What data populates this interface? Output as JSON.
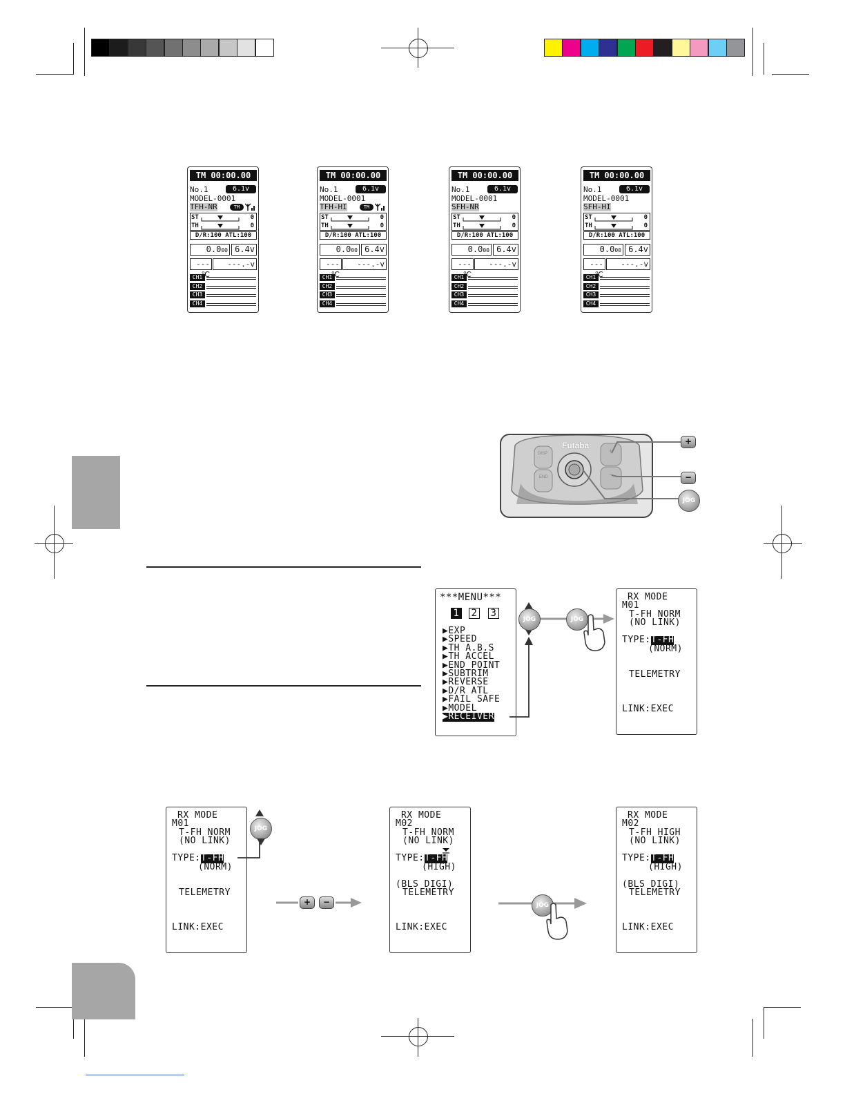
{
  "print_marks": {
    "grayscale": [
      "#000000",
      "#1c1c1c",
      "#383838",
      "#555555",
      "#717171",
      "#8d8d8d",
      "#aaaaaa",
      "#c6c6c6",
      "#e2e2e2",
      "#ffffff"
    ],
    "colorbar": [
      "#fff200",
      "#ec008c",
      "#00aeef",
      "#2e3192",
      "#00a651",
      "#ed1c24",
      "#231f20",
      "#fff799",
      "#f49ac1",
      "#6dcff6",
      "#939598"
    ],
    "side_tab_color": "#a6a6a6",
    "page_tab_color": "#a6a6a6"
  },
  "status_screens": [
    {
      "timer": "TM 00:00.00",
      "model_no": "No.1",
      "battery": "6.1v",
      "model": "MODEL-0001",
      "mode": "TFH-NR",
      "telemetry": true,
      "st_label": "ST",
      "th_label": "TH",
      "st_val": "0",
      "th_val": "0",
      "dr": "D/R:100 ATL:100",
      "timer2": "0.0",
      "unit2": "00",
      "rx_volt": "6.4v",
      "temp": "---℃",
      "volt2": "---.-v",
      "channels": [
        "CH1",
        "CH2",
        "CH3",
        "CH4"
      ]
    },
    {
      "timer": "TM 00:00.00",
      "model_no": "No.1",
      "battery": "6.1v",
      "model": "MODEL-0001",
      "mode": "TFH-HI",
      "telemetry": true,
      "st_label": "ST",
      "th_label": "TH",
      "st_val": "0",
      "th_val": "0",
      "dr": "D/R:100 ATL:100",
      "timer2": "0.0",
      "unit2": "00",
      "rx_volt": "6.4v",
      "temp": "---℃",
      "volt2": "---.-v",
      "channels": [
        "CH1",
        "CH2",
        "CH3",
        "CH4"
      ]
    },
    {
      "timer": "TM 00:00.00",
      "model_no": "No.1",
      "battery": "6.1v",
      "model": "MODEL-0001",
      "mode": "SFH-NR",
      "telemetry": false,
      "st_label": "ST",
      "th_label": "TH",
      "st_val": "0",
      "th_val": "0",
      "dr": "D/R:100 ATL:100",
      "timer2": "0.0",
      "unit2": "00",
      "rx_volt": "6.4v",
      "temp": "---℃",
      "volt2": "---.-v",
      "channels": [
        "CH1",
        "CH2",
        "CH3",
        "CH4"
      ]
    },
    {
      "timer": "TM 00:00.00",
      "model_no": "No.1",
      "battery": "6.1v",
      "model": "MODEL-0001",
      "mode": "SFH-HI",
      "telemetry": false,
      "st_label": "ST",
      "th_label": "TH",
      "st_val": "0",
      "th_val": "0",
      "dr": "D/R:100 ATL:100",
      "timer2": "0.0",
      "unit2": "00",
      "rx_volt": "6.4v",
      "temp": "---℃",
      "volt2": "---.-v",
      "channels": [
        "CH1",
        "CH2",
        "CH3",
        "CH4"
      ]
    }
  ],
  "tm_badge": "TM",
  "controller": {
    "brand": "Futaba",
    "left_buttons": [
      "DISP",
      "END"
    ],
    "plus_label": "+",
    "minus_label": "−",
    "jog_label": "JOG"
  },
  "menu_screen": {
    "title": "***MENU***",
    "pages": [
      "1",
      "2",
      "3"
    ],
    "items": [
      "EXP",
      "SPEED",
      "TH A.B.S",
      "TH ACCEL",
      "END POINT",
      "SUBTRIM",
      "REVERSE",
      "D/R ATL",
      "FAIL SAFE",
      "MODEL",
      "RECEIVER"
    ]
  },
  "rx_screen_top": {
    "l1": "RX MODE",
    "l2": "M01",
    "l3": "T-FH NORM",
    "l4": "(NO LINK)",
    "type_label": "TYPE:",
    "type_val": "T-FH",
    "type_sub": "(NORM)",
    "l6": "",
    "tele": "TELEMETRY",
    "link": "LINK:EXEC"
  },
  "rx_screens_bottom": [
    {
      "l1": "RX MODE",
      "l2": "M01",
      "l3": "T-FH NORM",
      "l4": "(NO LINK)",
      "type_label": "TYPE:",
      "type_val": "T-FH",
      "type_sub": "(NORM)",
      "l6": "",
      "tele": "TELEMETRY",
      "link": "LINK:EXEC"
    },
    {
      "l1": "RX MODE",
      "l2": "M02",
      "l3": "T-FH NORM",
      "l4": "(NO LINK)",
      "type_label": "TYPE:",
      "type_val": "T-FH",
      "type_sub": "(HIGH)",
      "l6": "(BLS DIGI)",
      "tele": "TELEMETRY",
      "link": "LINK:EXEC"
    },
    {
      "l1": "RX MODE",
      "l2": "M02",
      "l3": "T-FH HIGH",
      "l4": "(NO LINK)",
      "type_label": "TYPE:",
      "type_val": "T-FH",
      "type_sub": "(HIGH)",
      "l6": "(BLS DIGI)",
      "tele": "TELEMETRY",
      "link": "LINK:EXEC"
    }
  ],
  "jog_label": "JOG",
  "plus": "+",
  "minus": "−"
}
